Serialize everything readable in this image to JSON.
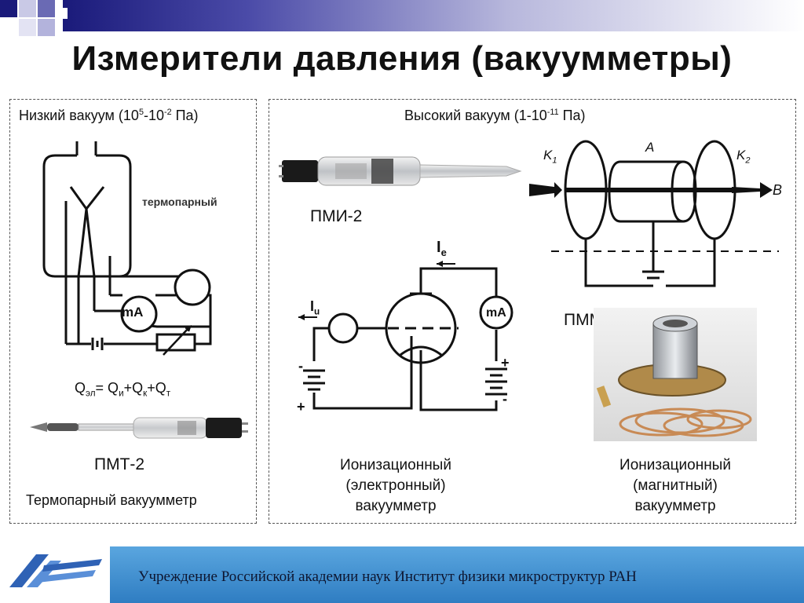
{
  "title": "Измерители давления (вакуумметры)",
  "left_panel": {
    "header_prefix": "Низкий вакуум (10",
    "header_sup1": "5",
    "header_mid": "-10",
    "header_sup2": "-2",
    "header_suffix": " Па)",
    "thermo_label": "термопарный",
    "ma_label": "mA",
    "formula": {
      "q_el": "Q",
      "sub_el": "эл",
      "eq": "= Q",
      "sub_i": "и",
      "plus1": "+Q",
      "sub_k": "к",
      "plus2": "+Q",
      "sub_t": "т"
    },
    "device_name": "ПМТ-2",
    "caption": "Термопарный вакуумметр"
  },
  "right_panel": {
    "header_prefix": "Высокий вакуум (1-10",
    "header_sup": "-11",
    "header_suffix": " Па)",
    "pmi_label": "ПМИ-2",
    "pmm_label": "ПММ-32",
    "schematic_labels": {
      "ie": "I",
      "ie_sub": "e",
      "iu": "I",
      "iu_sub": "u",
      "ma": "mA",
      "minus": "-",
      "plus": "+"
    },
    "magnetron_labels": {
      "k1": "K",
      "k1_sub": "1",
      "a": "A",
      "k2": "K",
      "k2_sub": "2",
      "b": "B"
    },
    "caption_ion_electronic": [
      "Ионизационный",
      "(электронный)",
      "вакуумметр"
    ],
    "caption_ion_magnetic": [
      "Ионизационный",
      "(магнитный)",
      "вакуумметр"
    ]
  },
  "footer": {
    "text": "Учреждение Российской академии наук Институт  физики  микроструктур  РАН"
  },
  "colors": {
    "title_bar_dark": "#1a1a7a",
    "footer_blue": "#3a8fd2",
    "copper": "#c88a55"
  }
}
